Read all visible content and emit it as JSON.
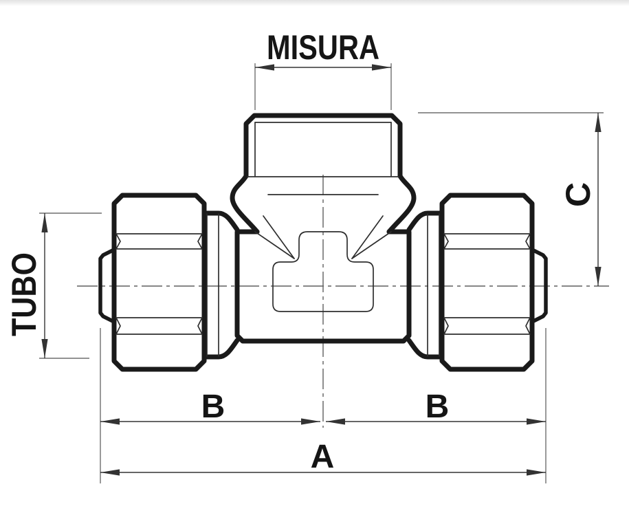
{
  "drawing": {
    "type": "technical-dimension-drawing",
    "subject": "tee-compression-fitting-side-view",
    "labels": {
      "misura": "MISURA",
      "tubo": "TUBO",
      "c": "C",
      "b_left": "B",
      "b_right": "B",
      "a": "A"
    },
    "colors": {
      "outline": "#1a1a1a",
      "thin-line": "#2e2e2e",
      "dim-line": "#333333",
      "ext-line": "#6e6e6e",
      "centerline": "#5f5f5f",
      "label-text": "#151515",
      "background": "#ffffff"
    }
  }
}
